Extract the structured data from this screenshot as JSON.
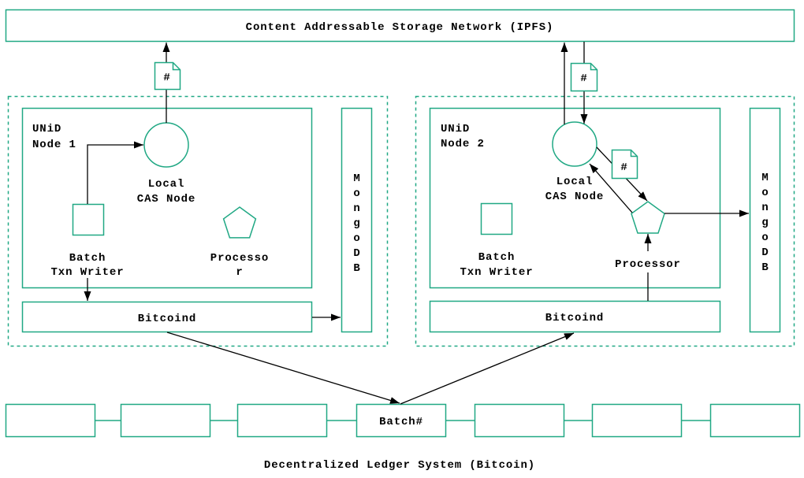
{
  "ipfs_network": {
    "label": "Content Addressable Storage Network (IPFS)"
  },
  "doc_symbol": "#",
  "nodes": [
    {
      "title": [
        "UNiD",
        "Node 1"
      ],
      "cas_node": [
        "Local",
        "CAS Node"
      ],
      "batch_writer": [
        "Batch",
        "Txn Writer"
      ],
      "processor": [
        "Processo",
        "r"
      ],
      "bitcoind": "Bitcoind",
      "mongodb": [
        "M",
        "o",
        "n",
        "g",
        "o",
        "D",
        "B"
      ]
    },
    {
      "title": [
        "UNiD",
        "Node 2"
      ],
      "cas_node": [
        "Local",
        "CAS Node"
      ],
      "batch_writer": [
        "Batch",
        "Txn Writer"
      ],
      "processor": [
        "Processor"
      ],
      "bitcoind": "Bitcoind",
      "mongodb": [
        "M",
        "o",
        "n",
        "g",
        "o",
        "D",
        "B"
      ]
    }
  ],
  "ledger": {
    "batch_block": "Batch#",
    "label": "Decentralized Ledger System (Bitcoin)"
  },
  "colors": {
    "accent": "#20a884",
    "ink": "#000000"
  }
}
